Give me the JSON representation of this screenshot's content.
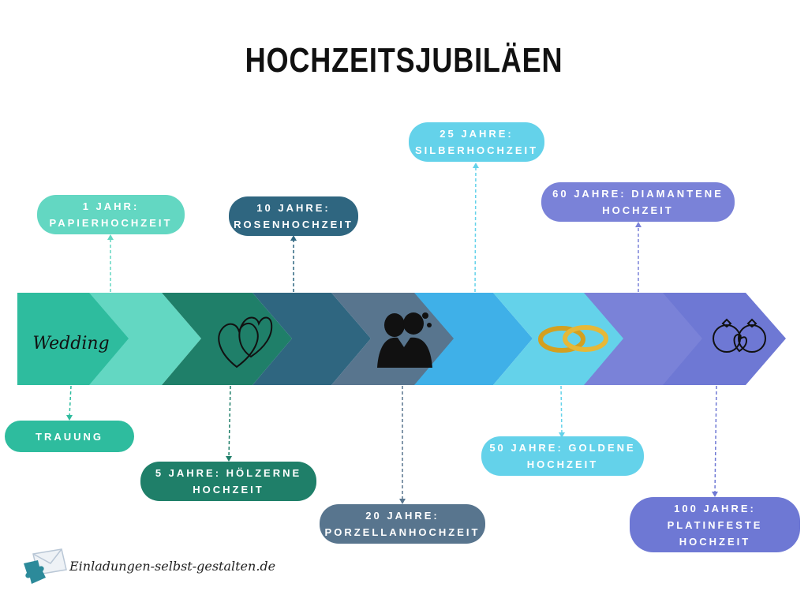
{
  "title": "HOCHZEITSJUBILÄEN",
  "icons": {
    "start": "Wedding",
    "hearts": "two-hearts-icon",
    "couple": "kissing-couple-icon",
    "rings": "wedding-rings-icon",
    "infinity": "infinity-rings-icon"
  },
  "labels": [
    {
      "id": "trauung",
      "text": "TRAUUNG",
      "color": "#2ebc9e"
    },
    {
      "id": "papier",
      "text": "1 JAHR: PAPIERHOCHZEIT",
      "color": "#63d7c2"
    },
    {
      "id": "holz",
      "text": "5 JAHRE: HÖLZERNE HOCHZEIT",
      "color": "#1f7f69"
    },
    {
      "id": "rosen",
      "text": "10 JAHRE: ROSENHOCHZEIT",
      "color": "#2f6680"
    },
    {
      "id": "porzellan",
      "text": "20 JAHRE: PORZELLANHOCHZEIT",
      "color": "#58758e"
    },
    {
      "id": "silber",
      "text": "25 JAHRE: SILBERHOCHZEIT",
      "color": "#64d2ea"
    },
    {
      "id": "gold",
      "text": "50 JAHRE: GOLDENE HOCHZEIT",
      "color": "#64d2ea"
    },
    {
      "id": "diamant",
      "text": "60 JAHRE: DIAMANTENE HOCHZEIT",
      "color": "#7a82d8"
    },
    {
      "id": "platin",
      "text": "100 JAHRE: PLATINFESTE HOCHZEIT",
      "color": "#6e78d4"
    }
  ],
  "brand": {
    "text": "Einladungen-selbst-gestalten.de",
    "color": "#2c8a9a"
  }
}
